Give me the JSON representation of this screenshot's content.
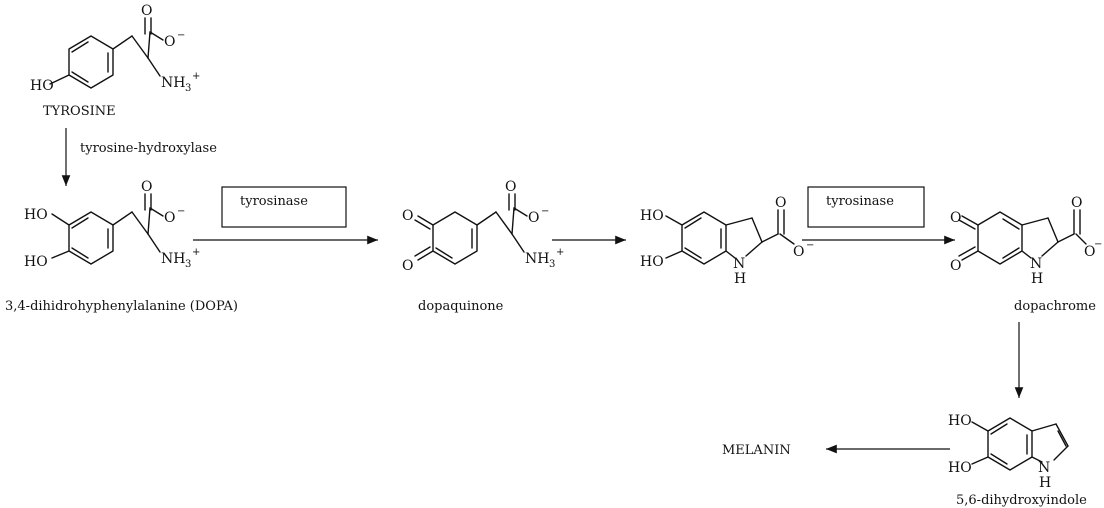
{
  "compounds": {
    "tyrosine": "TYROSINE",
    "dopa": "3,4-dihidrohyphenylalanine (DOPA)",
    "dopaquinone": "dopaquinone",
    "dopachrome": "dopachrome",
    "dhi": "5,6-dihydroxyindole",
    "melanin": "MELANIN"
  },
  "enzymes": {
    "hydroxylase": "tyrosine-hydroxylase",
    "tyrosinase_1": "tyrosinase",
    "tyrosinase_2": "tyrosinase"
  },
  "atoms": {
    "O": "O",
    "OH": "HO",
    "NH": "N",
    "H": "H",
    "NH3": "NH",
    "sub3": "3",
    "plus": "+",
    "minus": "−"
  }
}
